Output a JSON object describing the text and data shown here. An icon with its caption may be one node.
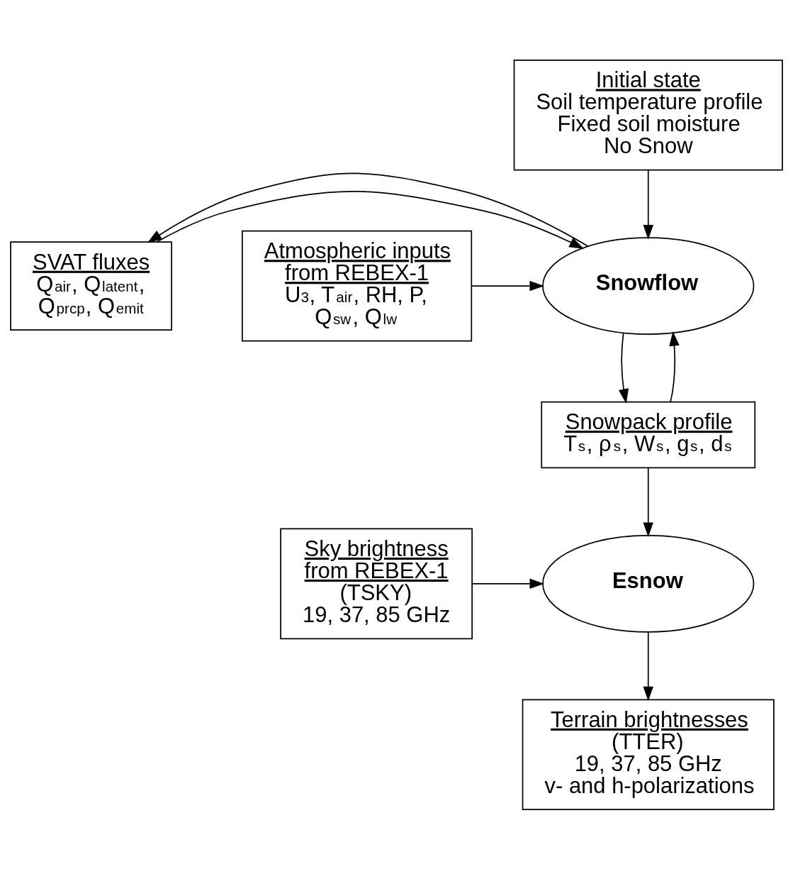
{
  "diagram": {
    "nodes": [
      {
        "text": [
          "Initial state",
          "Soil temperature profile",
          "Fixed soil moisture",
          "No Snow"
        ]
      },
      {
        "text": [
          "Atmospheric inputs from REBEX-1",
          "U$_{3}$, T$_{air}$, RH, P,",
          "Q$_{sw}$, Q$_{lw}$"
        ]
      },
      {
        "text": [
          "Snowflow"
        ]
      },
      {
        "text": [
          "SVAT fluxes",
          "Q$_{air}$, Q$_{latent}$,",
          "Q$_{prcp}$, Q$_{emit}$"
        ]
      },
      {
        "text": [
          "Snowpack profile",
          "T$_{s}$, ρ$_{s}$, W$_{s}$, g$_{s}$, d$_{s}$"
        ]
      },
      {
        "text": [
          "Sky brightness from REBEX-1",
          "(TSKY)",
          "19, 37, 85 GHz"
        ]
      },
      {
        "text": [
          "Esnow"
        ]
      },
      {
        "text": [
          "Terrain brightnesses",
          "(TTER)",
          "19, 37, 85 GHz",
          "v- and h-polarizations"
        ]
      }
    ],
    "edges": [
      {
        "from": 0,
        "to": 2,
        "arrow": "to"
      },
      {
        "from": 1,
        "to": 2,
        "arrow": "to"
      },
      {
        "from": 3,
        "to": 2,
        "arrow": "to"
      },
      {
        "from": 2,
        "to": 3,
        "arrow": "to"
      },
      {
        "from": 2,
        "to": 4,
        "arrow": "to"
      },
      {
        "from": 4,
        "to": 2,
        "arrow": "to"
      },
      {
        "from": 4,
        "to": 6,
        "arrow": "to"
      },
      {
        "from": 5,
        "to": 6,
        "arrow": "to"
      },
      {
        "from": 6,
        "to": 7,
        "arrow": "to"
      }
    ]
  }
}
